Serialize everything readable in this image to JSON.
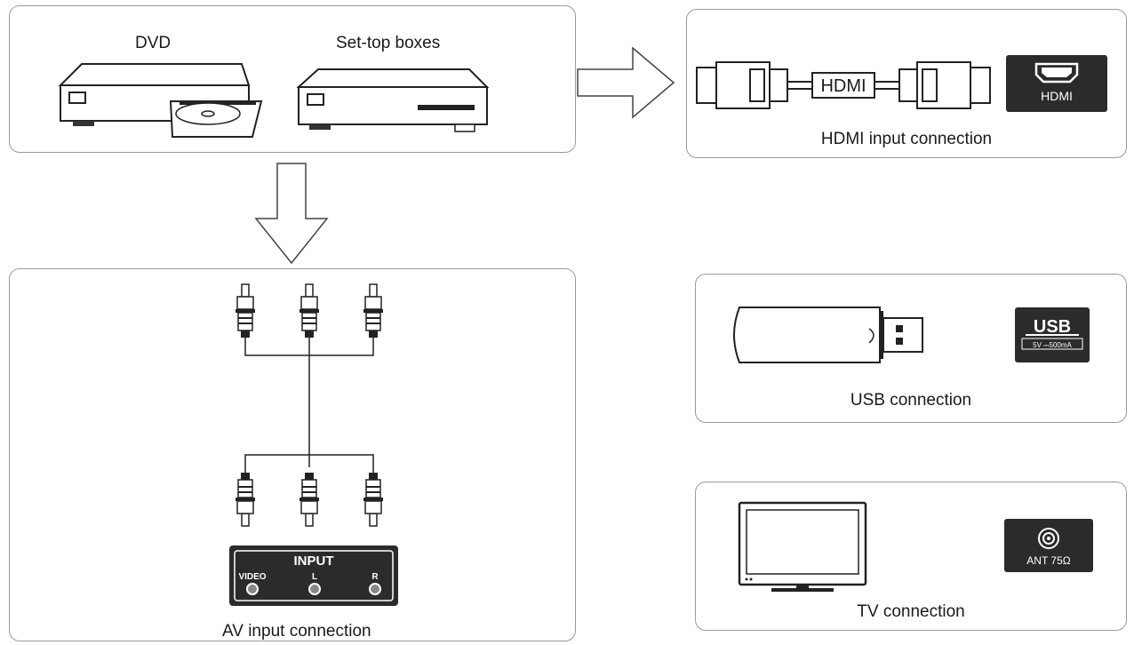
{
  "source_panel": {
    "dvd_label": "DVD",
    "stb_label": "Set-top boxes"
  },
  "hdmi_panel": {
    "cable_label": "HDMI",
    "port_label": "HDMI",
    "caption": "HDMI input connection"
  },
  "av_panel": {
    "port_title": "INPUT",
    "port_video": "VIDEO",
    "port_l": "L",
    "port_r": "R",
    "caption": "AV input connection"
  },
  "usb_panel": {
    "port_title": "USB",
    "port_rating": "5V ⎓500mA",
    "caption": "USB connection"
  },
  "tv_panel": {
    "port_label": "ANT 75Ω",
    "caption": "TV connection"
  },
  "colors": {
    "panel_border": "#9a9a9a",
    "port_plate": "#2b2b2b",
    "line": "#222222"
  },
  "icons": [
    "dvd-player-icon",
    "set-top-box-icon",
    "hdmi-cable-icon",
    "hdmi-port-icon",
    "rca-plug-icon",
    "usb-stick-icon",
    "usb-port-icon",
    "tv-icon",
    "antenna-port-icon",
    "arrow-right-icon",
    "arrow-down-icon"
  ]
}
